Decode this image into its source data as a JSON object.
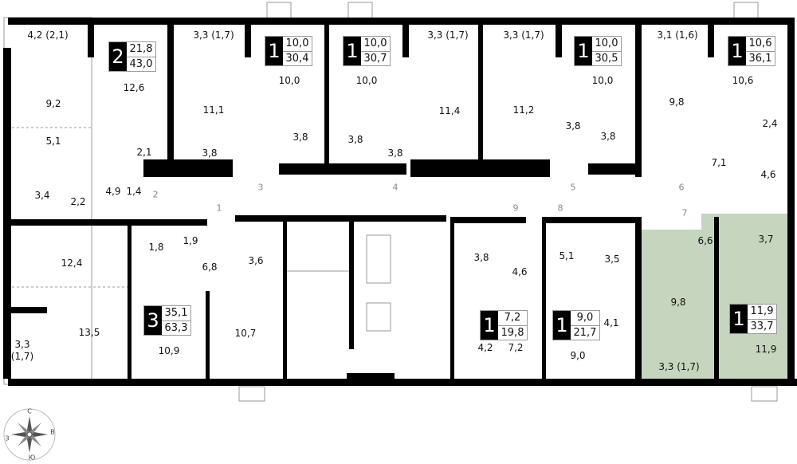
{
  "colors": {
    "wall": "#000000",
    "highlight": "#c6d5bd",
    "line": "#999999"
  },
  "apartments": [
    {
      "rooms": "2",
      "living": "21,8",
      "total": "43,0"
    },
    {
      "rooms": "1",
      "living": "10,0",
      "total": "30,4"
    },
    {
      "rooms": "1",
      "living": "10,0",
      "total": "30,7"
    },
    {
      "rooms": "1",
      "living": "10,0",
      "total": "30,5"
    },
    {
      "rooms": "1",
      "living": "10,6",
      "total": "36,1"
    },
    {
      "rooms": "3",
      "living": "35,1",
      "total": "63,3"
    },
    {
      "rooms": "1",
      "living": "7,2",
      "total": "19,8"
    },
    {
      "rooms": "1",
      "living": "9,0",
      "total": "21,7"
    },
    {
      "rooms": "1",
      "living": "11,9",
      "total": "33,7",
      "highlighted": true
    }
  ],
  "rooms": [
    "4,2 (2,1)",
    "12,6",
    "9,2",
    "5,1",
    "3,3 (1,7)",
    "11,1",
    "2,1",
    "3,4",
    "2,2",
    "4,9",
    "1,4",
    "10,0",
    "3,8",
    "3,8",
    "10,0",
    "3,8",
    "3,8",
    "3,3 (1,7)",
    "11,4",
    "3,3 (1,7)",
    "11,2",
    "3,8",
    "3,8",
    "10,0",
    "3,1 (1,6)",
    "9,8",
    "10,6",
    "2,4",
    "7,1",
    "4,6",
    "12,4",
    "1,8",
    "1,9",
    "6,8",
    "3,6",
    "13,5",
    "3,3",
    "(1,7)",
    "10,9",
    "10,7",
    "3,8",
    "4,6",
    "4,2",
    "7,2",
    "5,1",
    "3,5",
    "4,1",
    "9,0",
    "6,6",
    "3,7",
    "9,8",
    "3,3 (1,7)",
    "11,9"
  ],
  "doors": [
    "1",
    "2",
    "3",
    "4",
    "5",
    "6",
    "7",
    "8",
    "9"
  ],
  "compass": {
    "n": "С",
    "e": "В",
    "s": "Ю",
    "w": "З"
  }
}
